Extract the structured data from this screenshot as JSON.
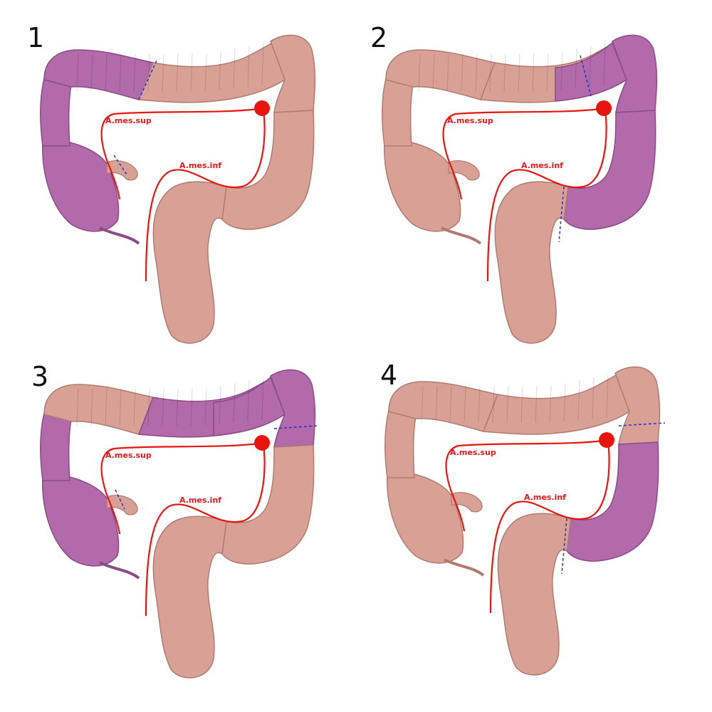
{
  "colors": {
    "normal_colon": "#d9a196",
    "normal_colon_dark": "#b27a70",
    "resected_colon": "#b26aaa",
    "resected_colon_dark": "#8c4a86",
    "artery": "#e8150f",
    "cut_line": "#2a32c8"
  },
  "labels": {
    "sma": "A.mes.sup",
    "ima": "A.mes.inf"
  },
  "panels": [
    {
      "number": "1",
      "resected_segments": [
        "cecum",
        "ascending",
        "right-transverse"
      ]
    },
    {
      "number": "2",
      "resected_segments": [
        "left-transverse",
        "splenic-flexure",
        "descending"
      ]
    },
    {
      "number": "3",
      "resected_segments": [
        "cecum",
        "ascending",
        "transverse",
        "splenic-flexure"
      ]
    },
    {
      "number": "4",
      "resected_segments": [
        "descending"
      ]
    }
  ]
}
